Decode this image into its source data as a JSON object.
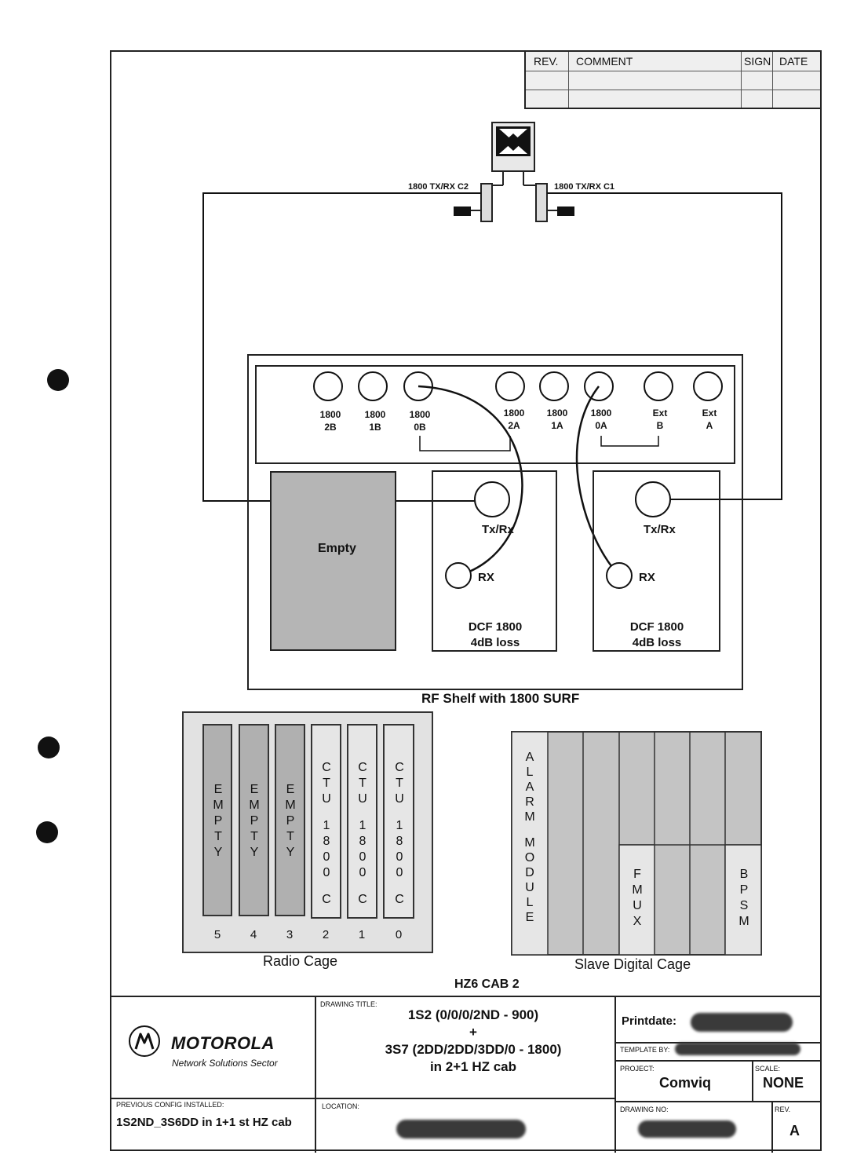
{
  "revision_table": {
    "headers": [
      "REV.",
      "COMMENT",
      "SIGN",
      "DATE"
    ]
  },
  "combiner": {
    "left_label": "1800 TX/RX C2",
    "right_label": "1800 TX/RX C1"
  },
  "rf_shelf": {
    "title": "RF Shelf with 1800 SURF",
    "ports": [
      {
        "line1": "1800",
        "line2": "2B"
      },
      {
        "line1": "1800",
        "line2": "1B"
      },
      {
        "line1": "1800",
        "line2": "0B"
      },
      {
        "line1": "1800",
        "line2": "2A"
      },
      {
        "line1": "1800",
        "line2": "1A"
      },
      {
        "line1": "1800",
        "line2": "0A"
      },
      {
        "line1": "Ext",
        "line2": "B"
      },
      {
        "line1": "Ext",
        "line2": "A"
      }
    ],
    "empty_label": "Empty",
    "dcf_left": {
      "txrx": "Tx/Rx",
      "rx": "RX",
      "line1": "DCF 1800",
      "line2": "4dB loss"
    },
    "dcf_right": {
      "txrx": "Tx/Rx",
      "rx": "RX",
      "line1": "DCF 1800",
      "line2": "4dB loss"
    }
  },
  "radio_cage": {
    "title": "Radio Cage",
    "slots": [
      {
        "text": "EMPTY",
        "num": "5"
      },
      {
        "text": "EMPTY",
        "num": "4"
      },
      {
        "text": "EMPTY",
        "num": "3"
      },
      {
        "text": "CTU 1800 C",
        "num": "2"
      },
      {
        "text": "CTU 1800 C",
        "num": "1"
      },
      {
        "text": "CTU 1800 C",
        "num": "0"
      }
    ]
  },
  "digital_cage": {
    "title": "Slave Digital Cage",
    "alarm": "ALARM MODULE",
    "fmux": "FMUX",
    "bpsm": "BPSM"
  },
  "cabinet_label": "HZ6 CAB 2",
  "title_block": {
    "company": "MOTOROLA",
    "sector": "Network Solutions Sector",
    "drawing_title_label": "DRAWING TITLE:",
    "title_line1": "1S2 (0/0/0/2ND - 900)",
    "title_line2": "+",
    "title_line3": "3S7 (2DD/2DD/3DD/0 - 1800)",
    "title_line4": "in 2+1 HZ cab",
    "printdate_label": "Printdate:",
    "template_label": "TEMPLATE BY:",
    "project_label": "PROJECT:",
    "project_value": "Comviq",
    "scale_label": "SCALE:",
    "scale_value": "NONE",
    "prev_config_label": "PREVIOUS CONFIG INSTALLED:",
    "prev_config_value": "1S2ND_3S6DD in 1+1 st HZ cab",
    "location_label": "LOCATION:",
    "drawing_no_label": "DRAWING NO:",
    "rev_label": "REV.",
    "rev_value": "A"
  }
}
